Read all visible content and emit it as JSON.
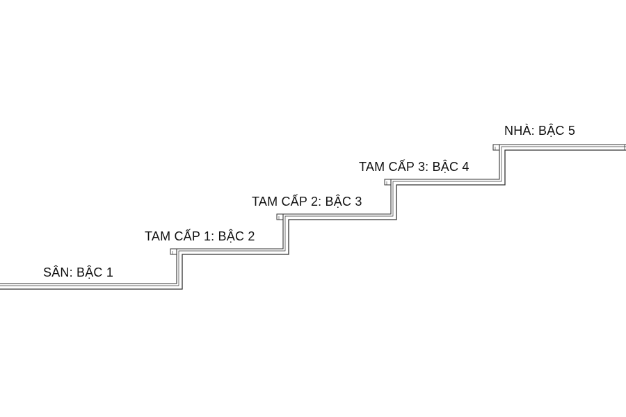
{
  "diagram": {
    "line_color": "#333333",
    "levels": [
      {
        "label": "SÂN: BẬC 1"
      },
      {
        "label": "TAM CẤP 1: BẬC 2"
      },
      {
        "label": "TAM CẤP 2: BẬC 3"
      },
      {
        "label": "TAM CẤP 3: BẬC 4"
      },
      {
        "label": "NHÀ: BẬC 5"
      }
    ]
  }
}
